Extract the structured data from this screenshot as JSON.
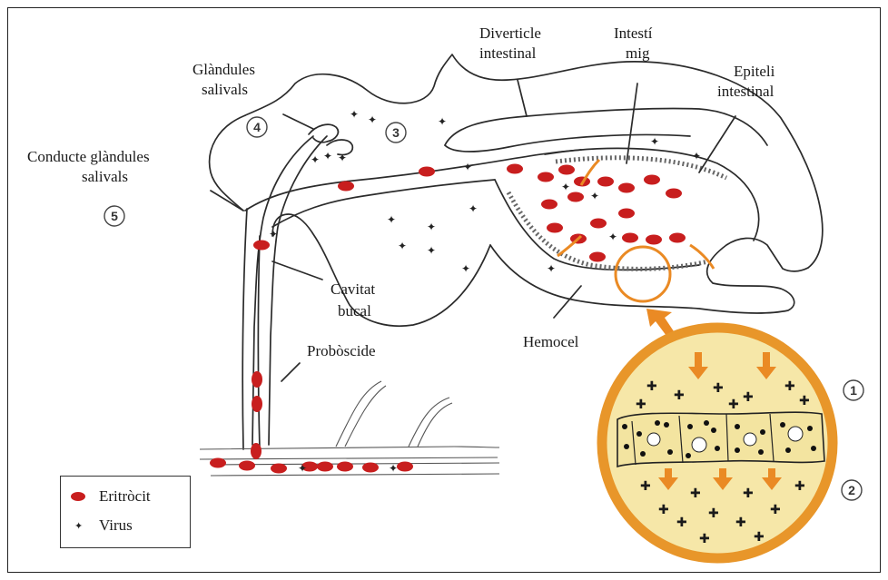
{
  "labels": {
    "diverticle": [
      "Diverticle",
      "intestinal"
    ],
    "intesti_mig": [
      "Intestí",
      "mig"
    ],
    "epiteli": [
      "Epiteli",
      "intestinal"
    ],
    "glandules": [
      "Glàndules",
      "salivals"
    ],
    "conducte": [
      "Conducte glàndules",
      "salivals"
    ],
    "cavitat": [
      "Cavitat",
      "bucal"
    ],
    "proboscide": "Probòscide",
    "hemocel": "Hemocel"
  },
  "step_numbers": {
    "n1": "1",
    "n2": "2",
    "n3": "3",
    "n4": "4",
    "n5": "5"
  },
  "legend": {
    "eritrocit": "Eritròcit",
    "virus": "Virus"
  },
  "colors": {
    "erythrocyte": "#c81e1e",
    "zoom_fill": "#f6e7a8",
    "zoom_ring": "#e8962a",
    "arrow": "#ea8a24"
  }
}
